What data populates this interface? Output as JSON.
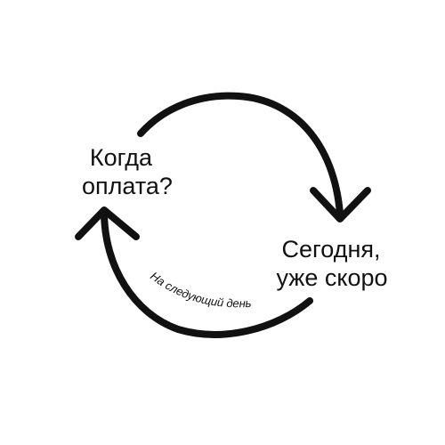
{
  "diagram": {
    "type": "cycle",
    "node_question": {
      "line1": "Когда",
      "line2": "оплата?"
    },
    "node_answer": {
      "line1": "Сегодня,",
      "line2": "уже скоро"
    },
    "edge_return_label": "На следующий день",
    "colors": {
      "stroke": "#111111",
      "text": "#111111",
      "background": "#ffffff"
    }
  }
}
